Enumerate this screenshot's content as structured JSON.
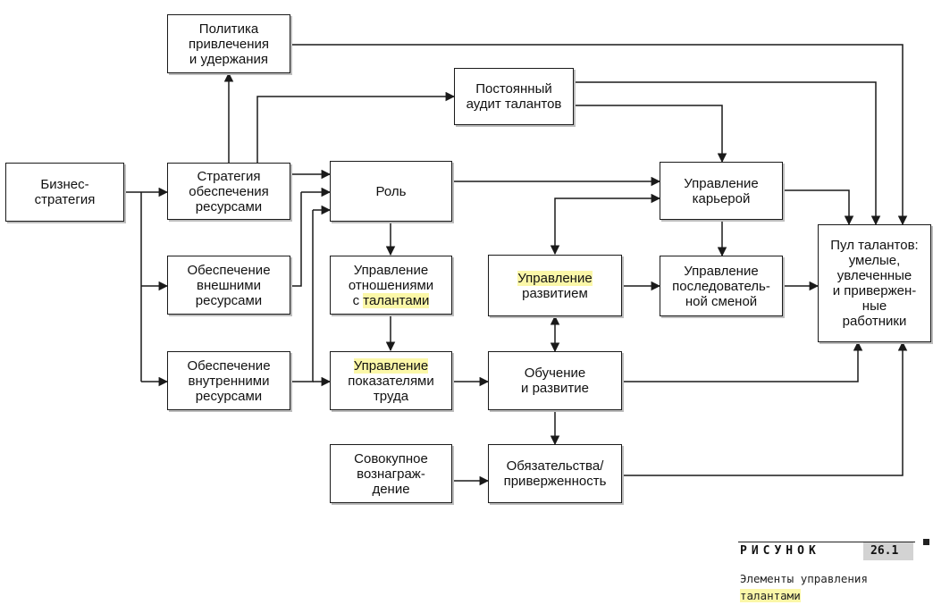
{
  "nodes": {
    "business_strategy": [
      "Бизнес-",
      "стратегия"
    ],
    "resourcing_strategy": [
      "Стратегия",
      "обеспечения",
      "ресурсами"
    ],
    "attraction_retention_policy": [
      "Политика",
      "привлечения",
      "и удержания"
    ],
    "talent_audit": [
      "Постоянный",
      "аудит талантов"
    ],
    "external_resourcing": [
      "Обеспечение",
      "внешними",
      "ресурсами"
    ],
    "internal_resourcing": [
      "Обеспечение",
      "внутренними",
      "ресурсами"
    ],
    "role": [
      "Роль"
    ],
    "talent_relations": [
      "Управление",
      "отношениями",
      "с ",
      "талантами"
    ],
    "performance_management": [
      "Управление",
      "показателями",
      "труда"
    ],
    "total_reward": [
      "Совокупное",
      "вознаграж-",
      "дение"
    ],
    "development_management": [
      "Управление",
      "развитием"
    ],
    "learning_development": [
      "Обучение",
      "и развитие"
    ],
    "commitment": [
      "Обязательства/",
      "приверженность"
    ],
    "career_management": [
      "Управление",
      "карьерой"
    ],
    "succession_management": [
      "Управление",
      "последователь-",
      "ной сменой"
    ],
    "talent_pool": [
      "Пул талантов:",
      "умелые,",
      "увлеченные",
      "и привержен-",
      "ные",
      "работники"
    ]
  },
  "caption": {
    "label": "РИСУНОК",
    "number": "26.1",
    "line1": "Элементы управления",
    "line2": "талантами"
  },
  "colors": {
    "highlight": "#fbf7a8",
    "line": "#1a1a1a"
  }
}
